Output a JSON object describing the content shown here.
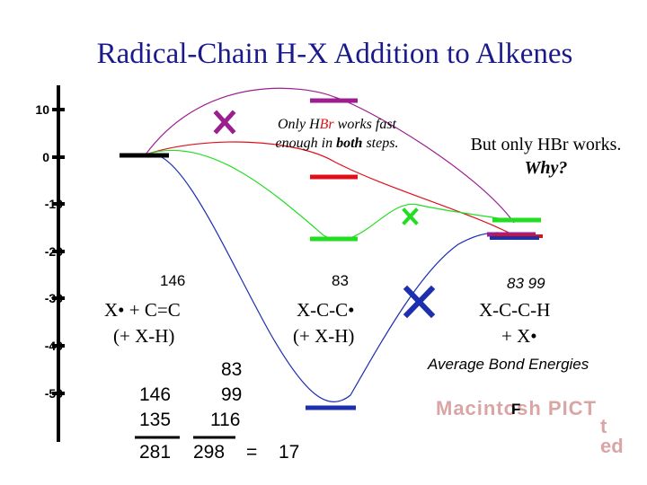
{
  "title": "Radical-Chain H-X Addition to Alkenes",
  "y_axis": {
    "ticks": [
      "10",
      "0",
      "-10",
      "-20",
      "-30",
      "-40",
      "-50"
    ]
  },
  "notes": {
    "only_hbr_pre": "Only H",
    "only_hbr_br": "Br",
    "only_hbr_post": " works fast enough in ",
    "only_hbr_both": "both",
    "only_hbr_end": " steps.",
    "but_only": "But only HBr works.",
    "why": "Why?"
  },
  "species": {
    "reactants": "X• + C=C",
    "reactants_sub": "(+ X-H)",
    "intermediate": "X-C-C•",
    "intermediate_sub": "(+ X-H)",
    "products": "X-C-C-H",
    "products_sub": "+ X•"
  },
  "bond_energies": {
    "reactants": "146",
    "intermediate": "83",
    "products": "83 99",
    "caption": "Average Bond Energies"
  },
  "calculation": {
    "left_top": "146",
    "left_bottom": "135",
    "left_sum": "281",
    "right_top": "83",
    "right_mid": "99",
    "right_bottom": "116",
    "right_sum": "298",
    "equals": "=",
    "result": "17"
  },
  "placeholder": {
    "line1": "Macintosh PICT",
    "letter": "F",
    "line2": "t",
    "line3": "ed"
  },
  "colors": {
    "title": "#1a1a8c",
    "purple": "#9b1f8f",
    "red": "#e0101a",
    "green": "#22dd22",
    "blue": "#1c2fb0",
    "axis": "#000000"
  }
}
